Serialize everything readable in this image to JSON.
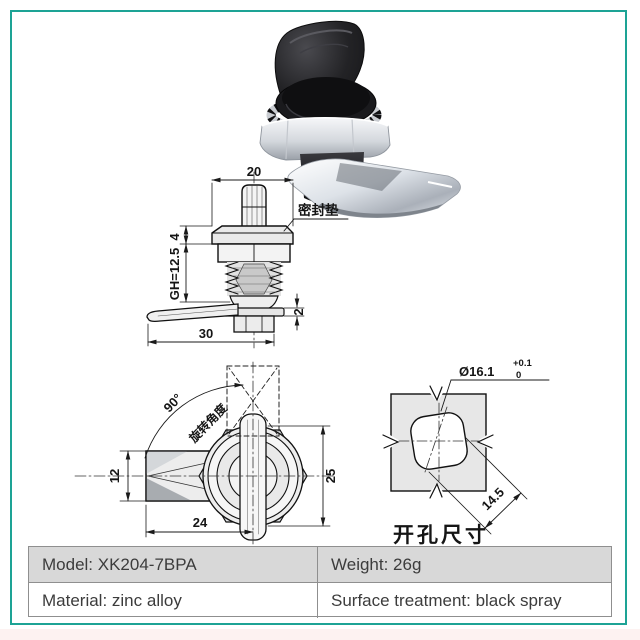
{
  "frame": {
    "accent_color": "#1da395"
  },
  "side_view": {
    "dim_top_width": "20",
    "seal_label": "密封垫",
    "dim_seal_thickness": "4",
    "dim_grip_height": "GH=12.5",
    "dim_plate_thickness": "2",
    "dim_bottom_width": "30"
  },
  "bottom_view": {
    "angle": "90°",
    "angle_label": "旋转角度",
    "dim_arm_width": "12",
    "dim_arm_length": "24",
    "dim_knob_diameter": "25"
  },
  "cutout_view": {
    "hole_diameter": "Ø16.1",
    "tol_upper": "+0.1",
    "tol_lower": "0",
    "dim_across_flats": "14.5",
    "caption": "开孔尺寸"
  },
  "spec_table": {
    "model": "Model: XK204-7BPA",
    "weight": "Weight: 26g",
    "material": "Material: zinc alloy",
    "surface": "Surface treatment: black spray"
  }
}
